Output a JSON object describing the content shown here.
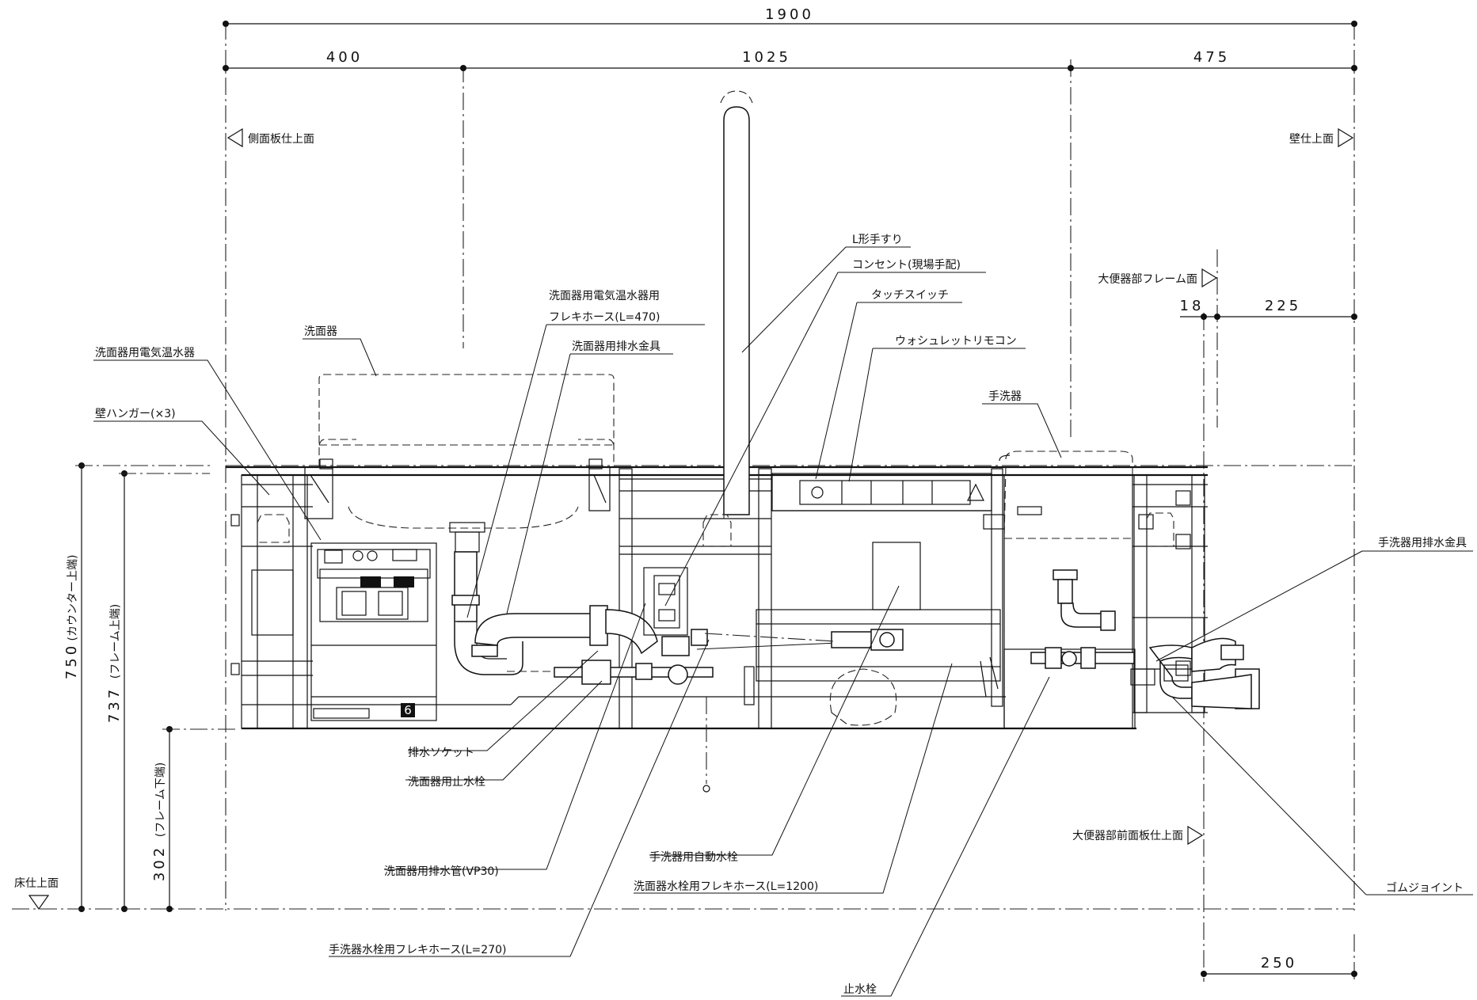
{
  "dimensions": {
    "overall": "1900",
    "left_segment": "400",
    "middle_segment": "1025",
    "right_segment": "475",
    "frame_offset": "18",
    "frame_right": "225",
    "bottom_right": "250",
    "counter_height": "750",
    "counter_label": "(カウンター上端)",
    "frame_top_height": "737",
    "frame_top_label": "(フレーム上端)",
    "frame_bottom_height": "302",
    "frame_bottom_label": "(フレーム下端)"
  },
  "reference_marks": {
    "side_panel": "側面板仕上面",
    "wall": "壁仕上面",
    "toilet_frame": "大便器部フレーム面",
    "toilet_front_panel": "大便器部前面板仕上面",
    "floor": "床仕上面"
  },
  "labels": {
    "washbasin_heater": "洗面器用電気温水器",
    "wall_hanger": "壁ハンガー(×3)",
    "washbasin": "洗面器",
    "heater_hose_line1": "洗面器用電気温水器用",
    "heater_hose_line2": "フレキホース(L=470)",
    "basin_drain_fitting": "洗面器用排水金具",
    "l_handrail": "L形手すり",
    "outlet": "コンセント(現場手配)",
    "touch_switch": "タッチスイッチ",
    "washlet_remote": "ウォシュレットリモコン",
    "hand_basin": "手洗器",
    "hand_basin_drain": "手洗器用排水金具",
    "drain_socket": "排水ソケット",
    "basin_stop_valve": "洗面器用止水栓",
    "basin_drain_pipe": "洗面器用排水管(VP30)",
    "hand_basin_auto_faucet": "手洗器用自動水栓",
    "basin_faucet_hose": "洗面器水栓用フレキホース(L=1200)",
    "hand_basin_faucet_hose": "手洗器水栓用フレキホース(L=270)",
    "stop_valve": "止水栓",
    "rubber_joint": "ゴムジョイント"
  }
}
